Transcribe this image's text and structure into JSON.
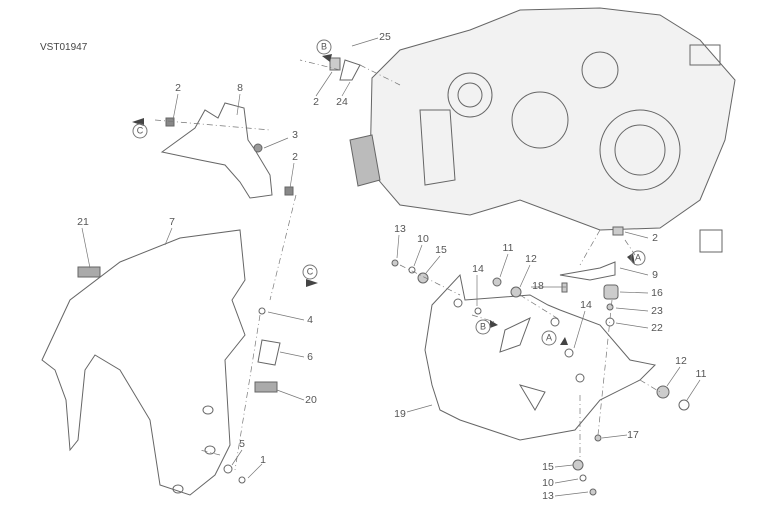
{
  "drawing_code": "VST01947",
  "callouts": [
    "2",
    "8",
    "3",
    "2",
    "21",
    "7",
    "4",
    "6",
    "20",
    "5",
    "1",
    "25",
    "2",
    "24",
    "13",
    "10",
    "15",
    "11",
    "12",
    "14",
    "18",
    "2",
    "9",
    "16",
    "23",
    "22",
    "14",
    "12",
    "11",
    "19",
    "17",
    "15",
    "10",
    "13"
  ],
  "references": [
    "C",
    "C",
    "B",
    "A",
    "B",
    "A"
  ],
  "colors": {
    "line": "#555555",
    "fill": "#ffffff",
    "shade": "#d9d9d9"
  }
}
